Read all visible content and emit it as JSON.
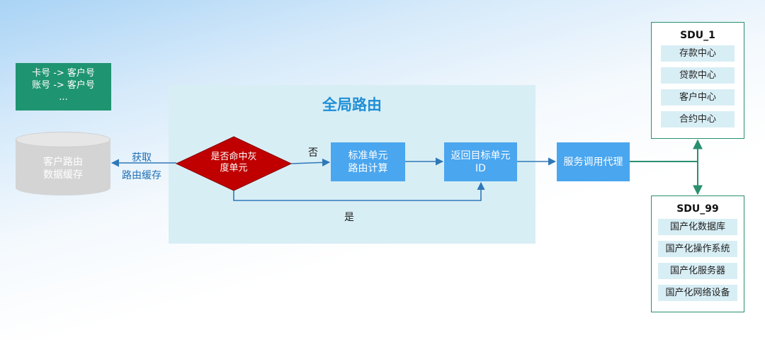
{
  "mapping": {
    "lines": [
      "卡号 -> 客户号",
      "账号 -> 客户号",
      "..."
    ]
  },
  "cache": {
    "line1": "客户路由",
    "line2": "数据缓存"
  },
  "fetch": {
    "line1": "获取",
    "line2": "路由缓存"
  },
  "global_routing": {
    "title": "全局路由"
  },
  "decision": {
    "line1": "是否命中灰",
    "line2": "度单元"
  },
  "branch": {
    "no": "否",
    "yes": "是"
  },
  "standard_box": {
    "line1": "标准单元",
    "line2": "路由计算"
  },
  "return_box": {
    "line1": "返回目标单元",
    "line2": "ID"
  },
  "proxy_box": {
    "label": "服务调用代理"
  },
  "sdu_1": {
    "title": "SDU_1",
    "items": [
      "存款中心",
      "贷款中心",
      "客户中心",
      "合约中心"
    ]
  },
  "sdu_99": {
    "title": "SDU_99",
    "items": [
      "国产化数据库",
      "国产化操作系统",
      "国产化服务器",
      "国产化网络设备"
    ]
  },
  "colors": {
    "flow_blue": "#2f78b8",
    "box_blue": "#4aa6ef",
    "title_blue": "#1f8fd6",
    "decision_red": "#c00000",
    "sdu_green": "#2a8f6e",
    "mapping_green": "#1f9470"
  }
}
